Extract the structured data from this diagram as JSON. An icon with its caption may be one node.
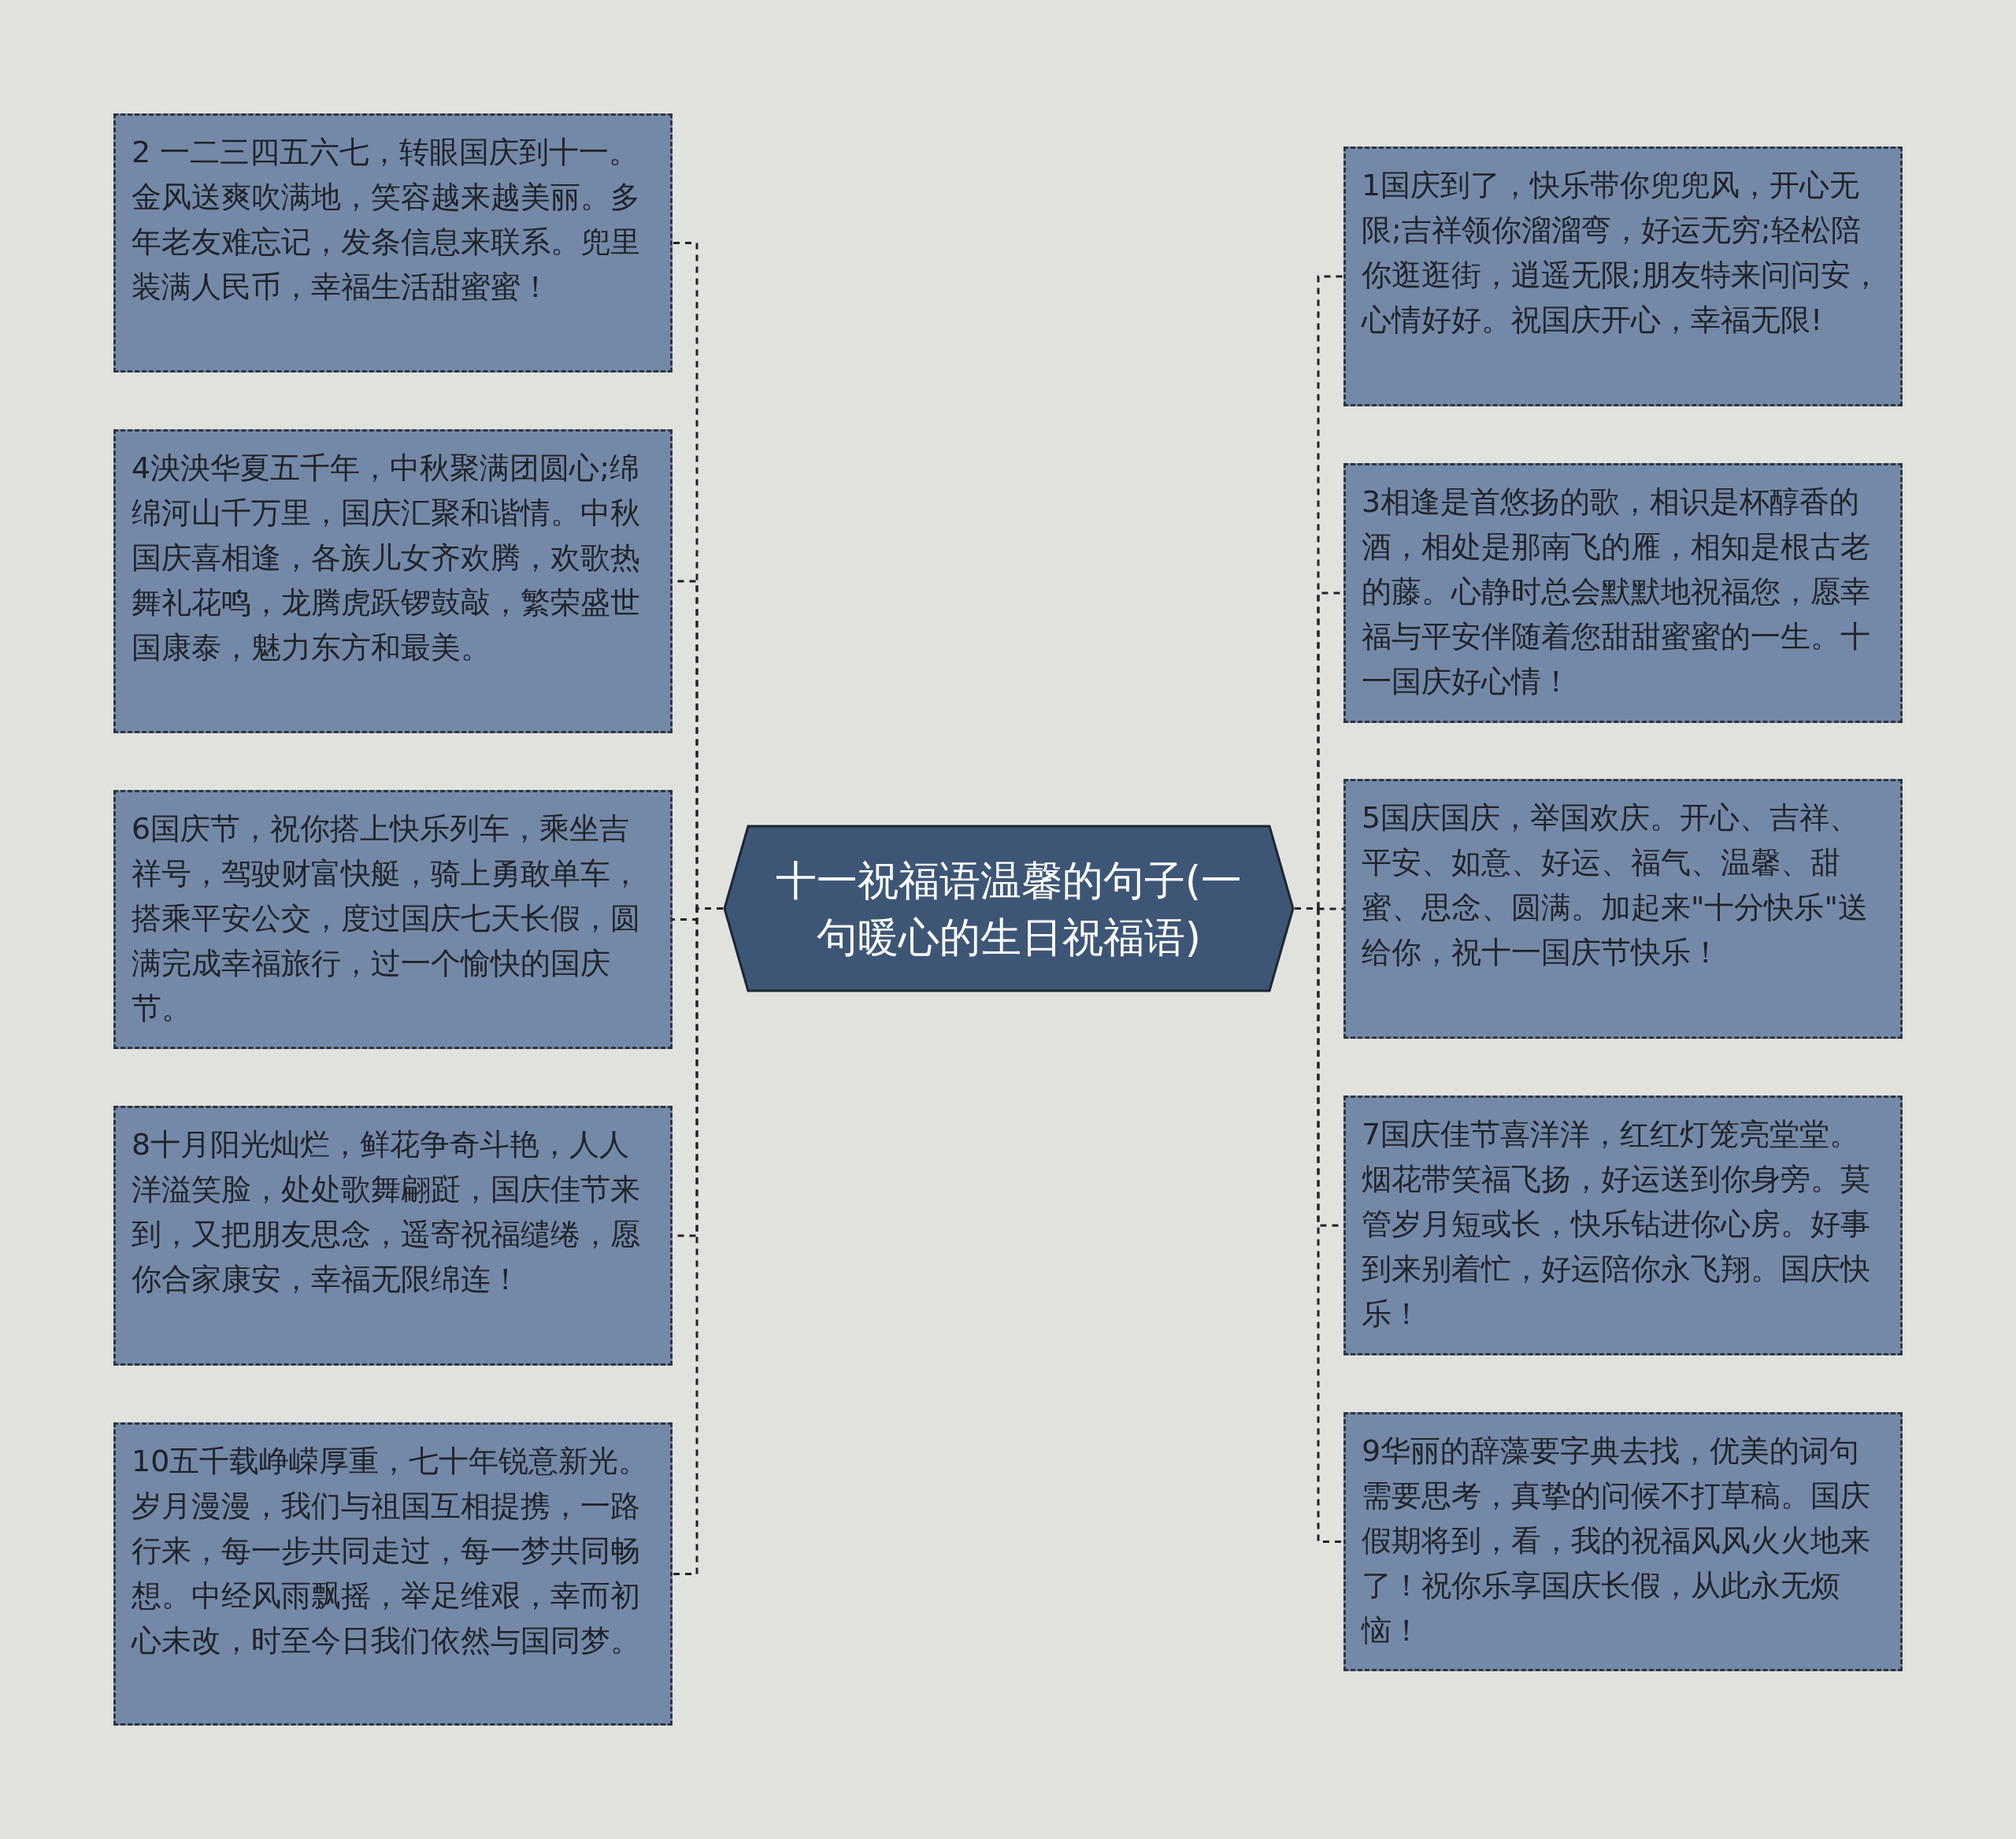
{
  "diagram": {
    "nodes": [
      {
        "text": [
          "十一祝福语温馨的句子(一句暖心的生日祝福语)"
        ]
      },
      {
        "text": [
          "2 一二三四五六七，转眼国庆到十一。金风送爽吹满地，笑容越来越美丽。多年老友难忘记，发条信息来联系。兜里装满人民币，幸福生活甜蜜蜜！"
        ]
      },
      {
        "text": [
          "4泱泱华夏五千年，中秋聚满团圆心;绵绵河山千万里，国庆汇聚和谐情。中秋国庆喜相逢，各族儿女齐欢腾，欢歌热舞礼花鸣，龙腾虎跃锣鼓敲，繁荣盛世国康泰，魅力东方和最美。"
        ]
      },
      {
        "text": [
          "6国庆节，祝你搭上快乐列车，乘坐吉祥号，驾驶财富快艇，骑上勇敢单车，搭乘平安公交，度过国庆七天长假，圆满完成幸福旅行，过一个愉快的国庆节。"
        ]
      },
      {
        "text": [
          "8十月阳光灿烂，鲜花争奇斗艳，人人洋溢笑脸，处处歌舞翩跹，国庆佳节来到，又把朋友思念，遥寄祝福缱绻，愿你合家康安，幸福无限绵连！"
        ]
      },
      {
        "text": [
          "10五千载峥嵘厚重，七十年锐意新光。岁月漫漫，我们与祖国互相提携，一路行来，每一步共同走过，每一梦共同畅想。中经风雨飘摇，举足维艰，幸而初心未改，时至今日我们依然与国同梦。"
        ]
      },
      {
        "text": [
          "1国庆到了，快乐带你兜兜风，开心无限;吉祥领你溜溜弯，好运无穷;轻松陪你逛逛街，逍遥无限;朋友特来问问安，心情好好。祝国庆开心，幸福无限!"
        ]
      },
      {
        "text": [
          "3相逢是首悠扬的歌，相识是杯醇香的酒，相处是那南飞的雁，相知是根古老的藤。心静时总会默默地祝福您，愿幸福与平安伴随着您甜甜蜜蜜的一生。十一国庆好心情！"
        ]
      },
      {
        "text": [
          "5国庆国庆，举国欢庆。开心、吉祥、平安、如意、好运、福气、温馨、甜蜜、思念、圆满。加起来\"十分快乐\"送给你，祝十一国庆节快乐！"
        ]
      },
      {
        "text": [
          "7国庆佳节喜洋洋，红红灯笼亮堂堂。烟花带笑福飞扬，好运送到你身旁。莫管岁月短或长，快乐钻进你心房。好事到来别着忙，好运陪你永飞翔。国庆快乐！"
        ]
      },
      {
        "text": [
          "9华丽的辞藻要字典去找，优美的词句需要思考，真挚的问候不打草稿。国庆假期将到，看，我的祝福风风火火地来了！祝你乐享国庆长假，从此永无烦恼！"
        ]
      }
    ],
    "edges": [
      {
        "from": 0,
        "to": 1,
        "arrow": "none",
        "style": "dashed"
      },
      {
        "from": 0,
        "to": 2,
        "arrow": "none",
        "style": "dashed"
      },
      {
        "from": 0,
        "to": 3,
        "arrow": "none",
        "style": "dashed"
      },
      {
        "from": 0,
        "to": 4,
        "arrow": "none",
        "style": "dashed"
      },
      {
        "from": 0,
        "to": 5,
        "arrow": "none",
        "style": "dashed"
      },
      {
        "from": 0,
        "to": 6,
        "arrow": "none",
        "style": "dashed"
      },
      {
        "from": 0,
        "to": 7,
        "arrow": "none",
        "style": "dashed"
      },
      {
        "from": 0,
        "to": 8,
        "arrow": "none",
        "style": "dashed"
      },
      {
        "from": 0,
        "to": 9,
        "arrow": "none",
        "style": "dashed"
      },
      {
        "from": 0,
        "to": 10,
        "arrow": "none",
        "style": "dashed"
      }
    ]
  }
}
